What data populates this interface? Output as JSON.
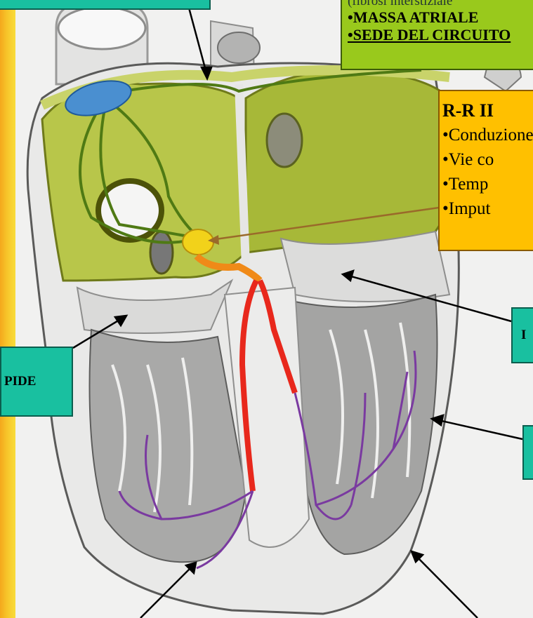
{
  "green_box": {
    "line1": "(fibrosi interstiziale",
    "line2": "•MASSA ATRIALE",
    "line3": "•SEDE DEL CIRCUITO"
  },
  "orange_box": {
    "heading": "R-R II",
    "items": [
      "•Conduzione",
      "•Vie co",
      "•Temp",
      "•Imput"
    ]
  },
  "labels": {
    "top_left": "",
    "left": "PIDE",
    "right_upper": "I",
    "right_lower": ""
  },
  "colors": {
    "background_yellow": "#f7e64a",
    "teal_label": "#19c0a0",
    "green_box": "#99c91c",
    "orange_box": "#ffc000",
    "atrium_green": "#b8c64a",
    "his_bundle": "#e8281c",
    "purkinje": "#7a3aa0",
    "av_node": "#f2d21a",
    "sa_node": "#4a8fd0"
  }
}
